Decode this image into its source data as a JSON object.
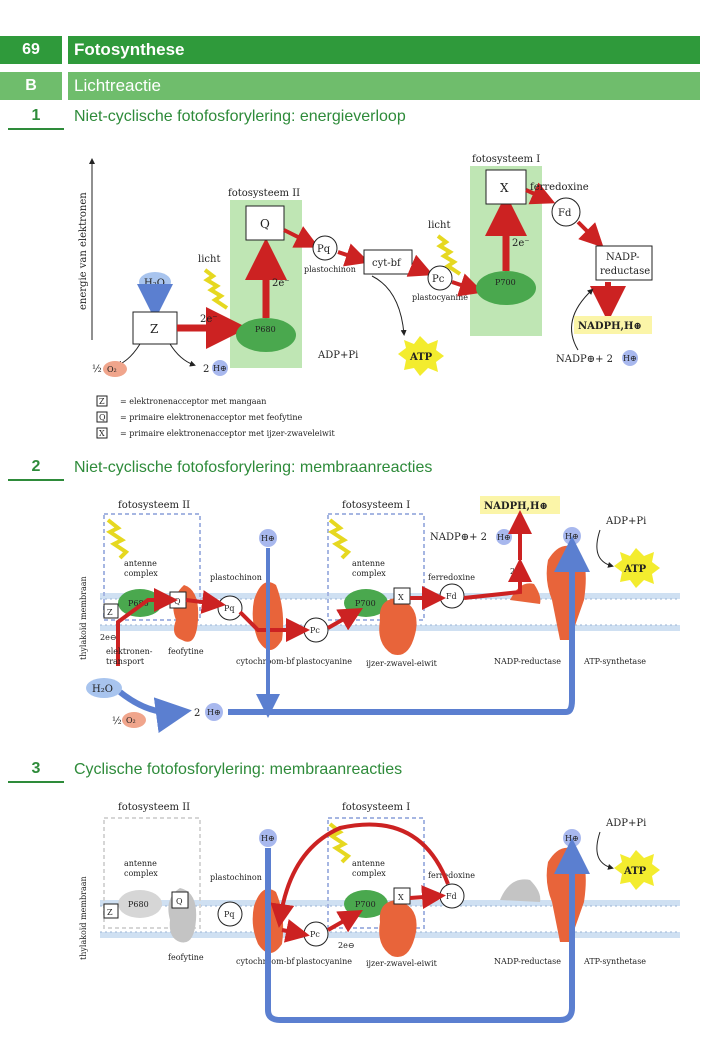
{
  "header": {
    "chapter_number": "69",
    "chapter_title": "Fotosynthese",
    "section_letter": "B",
    "section_title": "Lichtreactie"
  },
  "sections": [
    {
      "number": "1",
      "title": "Niet-cyclische fotofosforylering: energieverloop"
    },
    {
      "number": "2",
      "title": "Niet-cyclische fotofosforylering: membraanreacties"
    },
    {
      "number": "3",
      "title": "Cyclische fotofosforylering: membraanreacties"
    }
  ],
  "diagram1": {
    "y_axis": "energie van elektronen",
    "fotosysteem2": "fotosysteem II",
    "fotosysteem1": "fotosysteem I",
    "licht": "licht",
    "h2o": "H₂O",
    "z": "Z",
    "q": "Q",
    "x": "X",
    "p680": "P680",
    "p700": "P700",
    "e2": "2e⁻",
    "pq": "Pq",
    "plastochinon": "plastochinon",
    "cytbf": "cyt-bf",
    "pc": "Pc",
    "plastocyanine": "plastocyanine",
    "ferredoxine": "ferredoxine",
    "fd": "Fd",
    "nadp_reductase_1": "NADP-",
    "nadp_reductase_2": "reductase",
    "nadph": "NADPH,H⊕",
    "nadp_in": "NADP⊕+ 2",
    "h": "H⊕",
    "adp": "ADP+Pi",
    "atp": "ATP",
    "half": "½",
    "o2": "O₂",
    "two_h": "2",
    "legend": [
      {
        "key": "Z",
        "text": "= elektronenacceptor met mangaan"
      },
      {
        "key": "Q",
        "text": "= primaire elektronenacceptor met feofytine"
      },
      {
        "key": "X",
        "text": "= primaire elektronenacceptor met ijzer-zwaveleiwit"
      }
    ]
  },
  "diagram2": {
    "fotosysteem2": "fotosysteem II",
    "fotosysteem1": "fotosysteem I",
    "nadph": "NADPH,H⊕",
    "nadp_in": "NADP⊕+ 2",
    "h": "H⊕",
    "adp": "ADP+Pi",
    "atp": "ATP",
    "antenne": "antenne",
    "complex": "complex",
    "plastochinon": "plastochinon",
    "ferredoxine": "ferredoxine",
    "thylakoid": "thylakoïd membraan",
    "p680": "P680",
    "p700": "P700",
    "z": "Z",
    "q": "Q",
    "x": "X",
    "pq": "Pq",
    "pc": "Pc",
    "fd": "Fd",
    "e2": "2e⊖",
    "elektronen": "elektronen-",
    "transport": "transport",
    "feofytine": "feofytine",
    "cytochroom": "cytochroom-bf",
    "plastocyanine": "plastocyanine",
    "ijzer": "ijzer-zwavel-eiwit",
    "nadp_reductase": "NADP-reductase",
    "atp_synthetase": "ATP-synthetase",
    "h2o": "H₂O",
    "half": "½",
    "o2": "O₂",
    "two_h": "2"
  },
  "diagram3": {
    "fotosysteem2": "fotosysteem II",
    "fotosysteem1": "fotosysteem I",
    "h": "H⊕",
    "adp": "ADP+Pi",
    "atp": "ATP",
    "antenne": "antenne",
    "complex": "complex",
    "plastochinon": "plastochinon",
    "ferredoxine": "ferredoxine",
    "thylakoid": "thylakoïd membraan",
    "p680": "P680",
    "p700": "P700",
    "z": "Z",
    "q": "Q",
    "x": "X",
    "pq": "Pq",
    "pc": "Pc",
    "fd": "Fd",
    "e2": "2e⊖",
    "feofytine": "feofytine",
    "cytochroom": "cytochroom-bf",
    "plastocyanine": "plastocyanine",
    "ijzer": "ijzer-zwavel-eiwit",
    "nadp_reductase": "NADP-reductase",
    "atp_synthetase": "ATP-synthetase"
  },
  "colors": {
    "green_dark": "#2e9a3e",
    "green_light": "#8fcf86",
    "red_arrow": "#cc2222",
    "blue_arrow": "#5b7fd0",
    "orange_protein": "#e8643a",
    "yellow": "#f2e83a",
    "fs_box": "#bfe6b4"
  }
}
